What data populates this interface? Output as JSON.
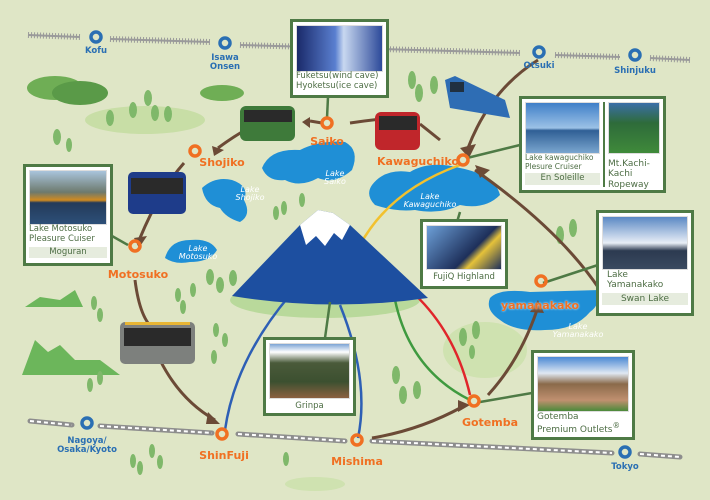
{
  "stations": {
    "rail": [
      {
        "name": "Kofu"
      },
      {
        "name": "Isawa Onsen",
        "lines": [
          "Isawa",
          "Onsen"
        ]
      },
      {
        "name": "Otsuki"
      },
      {
        "name": "Shinjuku"
      },
      {
        "name": "Nagoya/Osaka/Kyoto",
        "lines": [
          "Nagoya/",
          "Osaka/Kyoto"
        ]
      },
      {
        "name": "Tokyo"
      }
    ],
    "bus": [
      {
        "name": "Saiko"
      },
      {
        "name": "Shojiko"
      },
      {
        "name": "Kawaguchiko"
      },
      {
        "name": "Motosuko"
      },
      {
        "name": "yamanakako"
      },
      {
        "name": "ShinFuji"
      },
      {
        "name": "Mishima"
      },
      {
        "name": "Gotemba"
      }
    ]
  },
  "lakes": [
    {
      "lines": [
        "Lake",
        "Saiko"
      ]
    },
    {
      "lines": [
        "Lake",
        "Shojiko"
      ]
    },
    {
      "lines": [
        "Lake",
        "Motosuko"
      ]
    },
    {
      "lines": [
        "Lake",
        "Kawaguchiko"
      ]
    },
    {
      "lines": [
        "Lake",
        "Yamanakako"
      ]
    }
  ],
  "attractions": {
    "fuketsu": {
      "lines": [
        "Fuketsu(wind cave)",
        "Hyoketsu(ice cave)"
      ]
    },
    "kawaguchiko_cruiser": {
      "lines": [
        "Lake kawaguchiko",
        "Plesure Cruiser"
      ],
      "sub": "En Soleille"
    },
    "ropeway": {
      "lines": [
        "Mt.Kachi-Kachi",
        "Ropeway"
      ]
    },
    "motosuko_cruiser": {
      "lines": [
        "Lake Motosuko",
        "Pleasure Cuiser"
      ],
      "sub": "Moguran"
    },
    "fujiq": {
      "label": "FujiQ Highland"
    },
    "yamanakako_swan": {
      "lines": [
        "Lake",
        "Yamanakako"
      ],
      "sub": "Swan Lake"
    },
    "grinpa": {
      "label": "Grinpa"
    },
    "outlets": {
      "lines": [
        "Gotemba",
        "Premium Outlets"
      ],
      "mark": "®"
    }
  },
  "colors": {
    "rail_station": "#2a6fb3",
    "bus_station": "#f07022",
    "lake": "#1f8fd6",
    "mountain": "#1d4fa0",
    "route": "#6b4a36",
    "card_border": "#4e7a45"
  }
}
